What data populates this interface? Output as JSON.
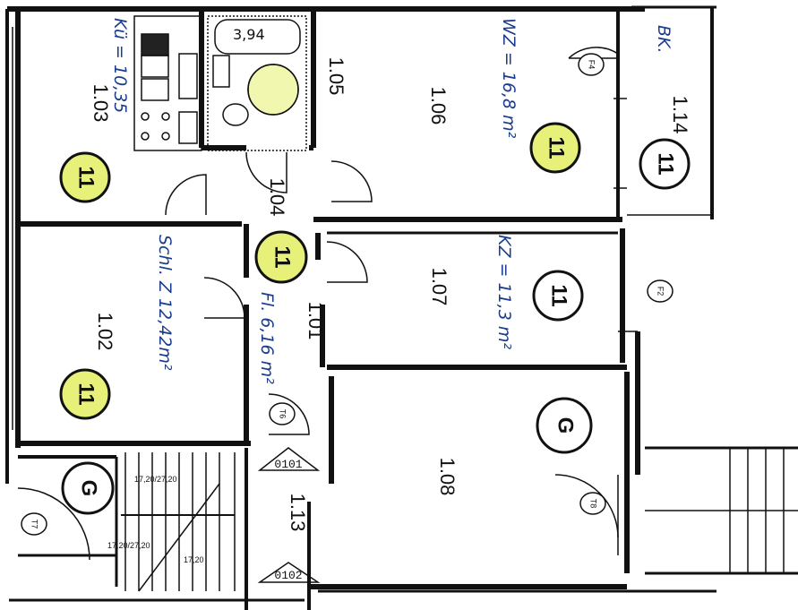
{
  "colors": {
    "wall": "#111111",
    "marker_fill": "#e7f17a",
    "handwriting": "#1a3c8c",
    "background": "#ffffff"
  },
  "rooms": {
    "r103": "1.03",
    "r105": "1.05",
    "r106": "1.06",
    "r114": "1.14",
    "r104": "1.04",
    "r102": "1.02",
    "r101": "1.01",
    "r107": "1.07",
    "r113": "1.13",
    "r108": "1.08"
  },
  "handwritten": {
    "kitchen": "Kü = 10,35",
    "living": "WZ = 16,8 m²",
    "balcony": "BK.",
    "bedroom": "Schl. Z 12,42m²",
    "hall": "Fl. 6,16 m²",
    "child": "KZ = 11,3 m²"
  },
  "bath_label": "3,94",
  "badges": {
    "eleven": "11",
    "g": "G"
  },
  "door_codes": {
    "f4": "F4",
    "f2": "F2",
    "t6": "T6",
    "t7": "T7",
    "t8": "T8"
  },
  "stair_codes": {
    "c0101": "0101",
    "c0102": "0102"
  },
  "stair_marks": {
    "s1": "17,20/27,20",
    "s2": "17,20/27,20",
    "s3": "17,20"
  }
}
